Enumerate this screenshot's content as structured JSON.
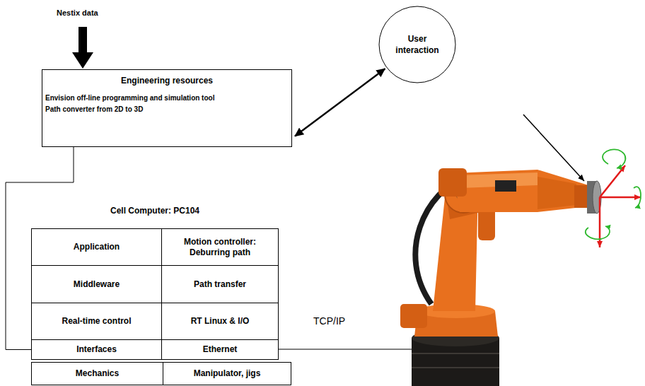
{
  "diagram": {
    "nodes": [
      {
        "text": [
          "Engineering resources",
          "Envision off-line programming and simulation tool",
          "Path converter from 2D to 3D"
        ]
      },
      {
        "text": [
          "User interaction"
        ]
      },
      {
        "text": [
          "Cell Computer: PC104"
        ]
      },
      {
        "text": [
          "Application"
        ],
        "in": 2
      },
      {
        "text": [
          "Motion controller: Deburring path"
        ],
        "in": 2
      },
      {
        "text": [
          "Middleware"
        ],
        "in": 2
      },
      {
        "text": [
          "Path transfer"
        ],
        "in": 2
      },
      {
        "text": [
          "Real-time control"
        ],
        "in": 2
      },
      {
        "text": [
          "RT Linux & I/O"
        ],
        "in": 2
      },
      {
        "text": [
          "Interfaces"
        ],
        "in": 2
      },
      {
        "text": [
          "Ethernet"
        ],
        "in": 2
      },
      {
        "text": [
          "Mechanics"
        ],
        "in": 2
      },
      {
        "text": [
          "Manipulator, jigs"
        ],
        "in": 2
      }
    ],
    "edges": [
      {
        "from": 0,
        "to": 1,
        "arrow": "both"
      },
      {
        "from": 0,
        "to": 9,
        "arrow": "none"
      }
    ],
    "labels": [
      "Nestix data",
      "TCP/IP"
    ]
  }
}
